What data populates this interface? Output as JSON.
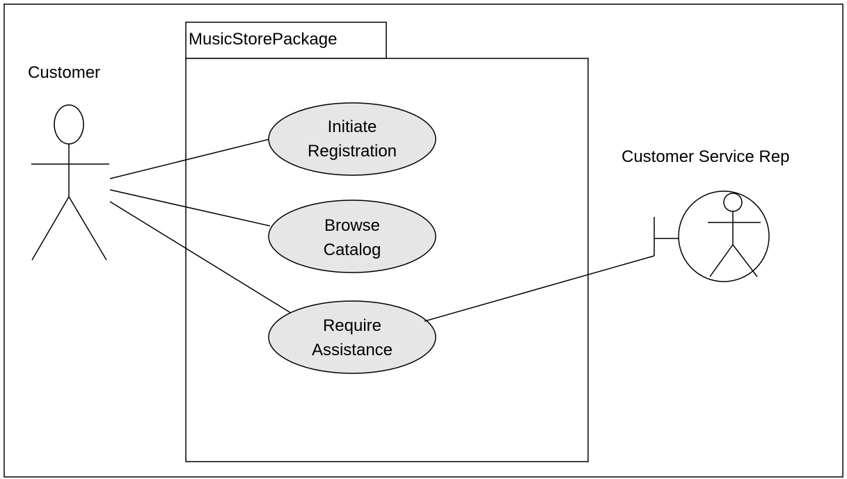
{
  "diagram": {
    "package": {
      "name": "MusicStorePackage"
    },
    "actors": {
      "customer": {
        "label": "Customer"
      },
      "service_rep": {
        "label": "Customer Service Rep"
      }
    },
    "use_cases": {
      "initiate_registration": {
        "line1": "Initiate",
        "line2": "Registration"
      },
      "browse_catalog": {
        "line1": "Browse",
        "line2": "Catalog"
      },
      "require_assistance": {
        "line1": "Require",
        "line2": "Assistance"
      }
    },
    "colors": {
      "use_case_fill": "#e6e6e6",
      "line": "#000000",
      "background": "#ffffff"
    }
  }
}
